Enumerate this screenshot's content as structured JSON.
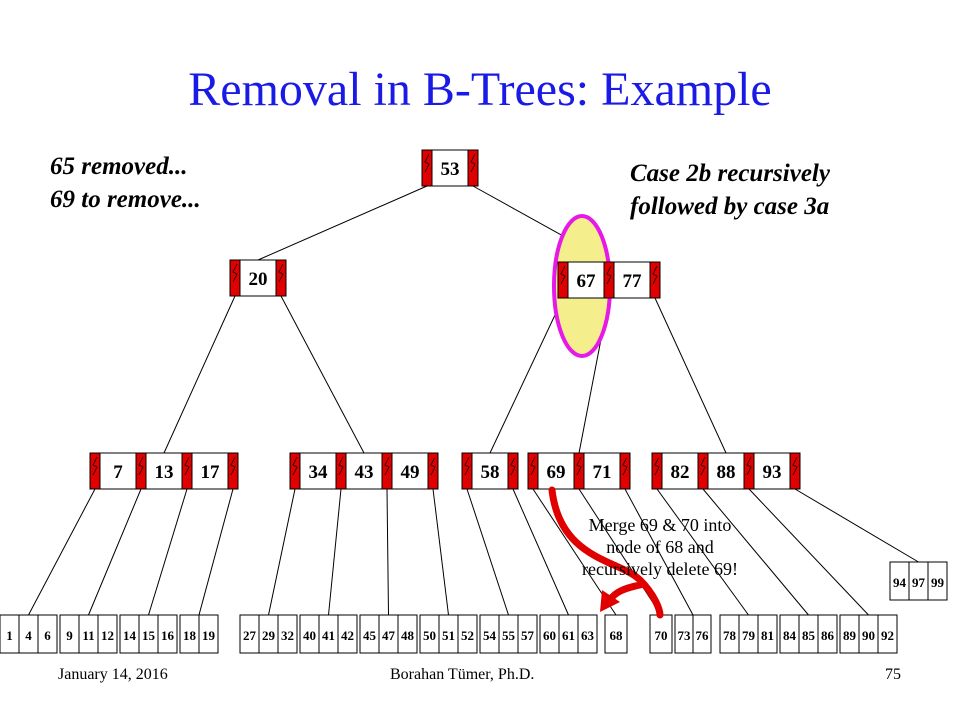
{
  "slide": {
    "title": "Removal in B-Trees: Example",
    "note_left": [
      "65 removed...",
      "69 to remove..."
    ],
    "note_right": [
      "Case 2b recursively",
      "followed by case 3a"
    ],
    "merge_note": [
      "Merge 69 & 70 into",
      "node of 68 and",
      "recursively delete 69!"
    ],
    "footer_date": "January 14, 2016",
    "footer_author": "Borahan Tümer, Ph.D.",
    "page_number": "75"
  },
  "colors": {
    "title": "#1a1ae6",
    "pointer": "#e00000",
    "highlight_fill": "#f5ee8c",
    "highlight_stroke": "#e619e6",
    "merge_arrow": "#e00000"
  },
  "tree": {
    "root": [
      "53"
    ],
    "level1": [
      [
        "20"
      ],
      [
        "67",
        "77"
      ]
    ],
    "level2": [
      [
        "7",
        "13",
        "17"
      ],
      [
        "34",
        "43",
        "49"
      ],
      [
        "58"
      ],
      [
        "69",
        "71"
      ],
      [
        "82",
        "88",
        "93"
      ]
    ],
    "leaves": [
      [
        "1",
        "4",
        "6"
      ],
      [
        "9",
        "11",
        "12"
      ],
      [
        "14",
        "15",
        "16"
      ],
      [
        "18",
        "19"
      ],
      [
        "27",
        "29",
        "32"
      ],
      [
        "40",
        "41",
        "42"
      ],
      [
        "45",
        "47",
        "48"
      ],
      [
        "50",
        "51",
        "52"
      ],
      [
        "54",
        "55",
        "57"
      ],
      [
        "60",
        "61",
        "63"
      ],
      [
        "68"
      ],
      [
        "70"
      ],
      [
        "73",
        "76"
      ],
      [
        "78",
        "79",
        "81"
      ],
      [
        "84",
        "85",
        "86"
      ],
      [
        "89",
        "90",
        "92"
      ],
      [
        "94",
        "97",
        "99"
      ]
    ],
    "highlighted_key": "67"
  }
}
